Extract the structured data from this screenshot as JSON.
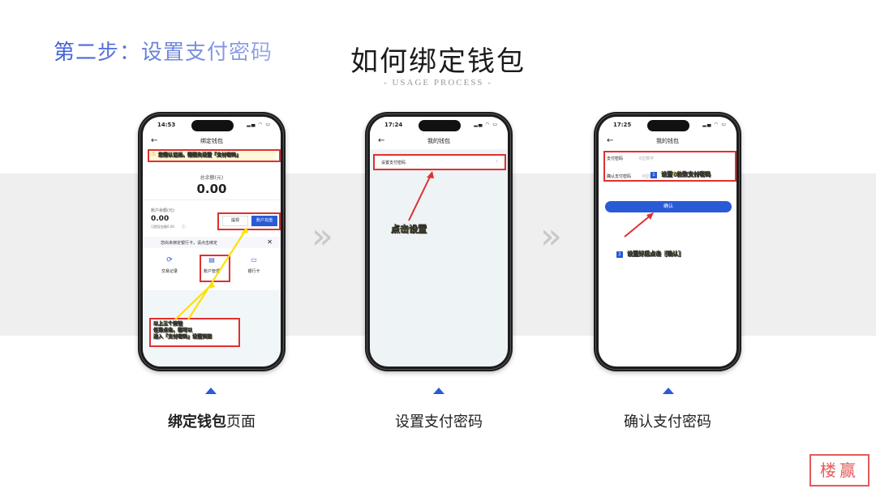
{
  "header": {
    "step_title": "第二步：设置支付密码",
    "main_title": "如何绑定钱包",
    "main_subtitle": "- USAGE PROCESS -"
  },
  "phone1": {
    "time": "14:53",
    "nav_title": "绑定钱包",
    "warning": "您需认证后，需要先设置「支付密码」",
    "total_label": "总余额(元)",
    "total_value": "0.00",
    "account_label": "账户余额(元)",
    "account_value": "0.00",
    "available_note": "可提现金额0.00",
    "withdraw_btn": "提现",
    "recharge_btn": "账户充值",
    "bind_prompt": "您尚未绑定银行卡，请点击绑定",
    "tiles": [
      "交易记录",
      "账户管理",
      "银行卡"
    ],
    "annotation": "以上三个按钮\n任意点击，都可以\n进入「支付密码」设置页面"
  },
  "phone2": {
    "time": "17:24",
    "nav_title": "我的钱包",
    "row_label": "设置支付密码",
    "annotation": "点击设置"
  },
  "phone3": {
    "time": "17:25",
    "nav_title": "我的钱包",
    "pwd_label": "支付密码",
    "pwd_placeholder": "6位数字",
    "confirm_label": "确认支付密码",
    "confirm_placeholder": "6位数字",
    "confirm_btn": "确认",
    "annotation1_num": "1",
    "annotation1": "设置6位数支付密码",
    "annotation2_num": "2",
    "annotation2": "设置好后点击【确认】"
  },
  "captions": {
    "c1_bold": "绑定钱包",
    "c1_rest": "页面",
    "c2": "设置支付密码",
    "c3": "确认支付密码"
  },
  "colors": {
    "accent": "#2a5bd7",
    "highlight": "#e0302f",
    "note": "#ffe000"
  }
}
